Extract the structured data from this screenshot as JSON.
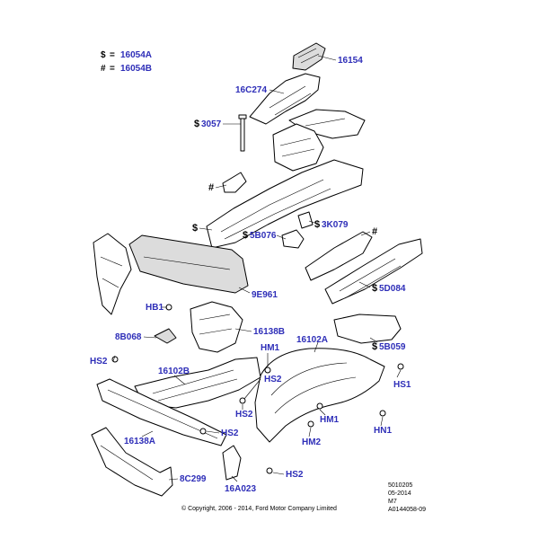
{
  "legend": [
    {
      "symbol": "$",
      "equals": "=",
      "part": "16054A"
    },
    {
      "symbol": "#",
      "equals": "=",
      "part": "16054B"
    }
  ],
  "callouts": {
    "c16154": {
      "label": "16154"
    },
    "c16C274": {
      "label": "16C274"
    },
    "c3057": {
      "symbol": "$",
      "label": "3057"
    },
    "cHash1": {
      "symbol": "#"
    },
    "cDollar1": {
      "symbol": "$"
    },
    "c3K079": {
      "symbol": "$",
      "label": "3K079"
    },
    "cHash2": {
      "symbol": "#"
    },
    "c5B076": {
      "symbol": "$",
      "label": "5B076"
    },
    "c9E961": {
      "label": "9E961"
    },
    "c5D084": {
      "symbol": "$",
      "label": "5D084"
    },
    "cHB1": {
      "label": "HB1"
    },
    "c16138B": {
      "label": "16138B"
    },
    "c8B068": {
      "label": "8B068"
    },
    "c16102A": {
      "label": "16102A"
    },
    "c5B059": {
      "symbol": "$",
      "label": "5B059"
    },
    "cHM1a": {
      "label": "HM1"
    },
    "cHS2a": {
      "label": "HS2"
    },
    "c16102B": {
      "label": "16102B"
    },
    "cHS2b": {
      "label": "HS2"
    },
    "cHS1": {
      "label": "HS1"
    },
    "cHS2c": {
      "label": "HS2"
    },
    "cHM1b": {
      "label": "HM1"
    },
    "cHS2d": {
      "label": "HS2"
    },
    "c16138A": {
      "label": "16138A"
    },
    "cHM2": {
      "label": "HM2"
    },
    "cHN1": {
      "label": "HN1"
    },
    "cHS2e": {
      "label": "HS2"
    },
    "c8C299": {
      "label": "8C299"
    },
    "c16A023": {
      "label": "16A023"
    }
  },
  "footer": {
    "copyright": "© Copyright, 2006 - 2014, Ford Motor Company Limited",
    "code1": "5010205",
    "code2": "05-2014",
    "code3": "M7",
    "code4": "A0144058-09"
  }
}
